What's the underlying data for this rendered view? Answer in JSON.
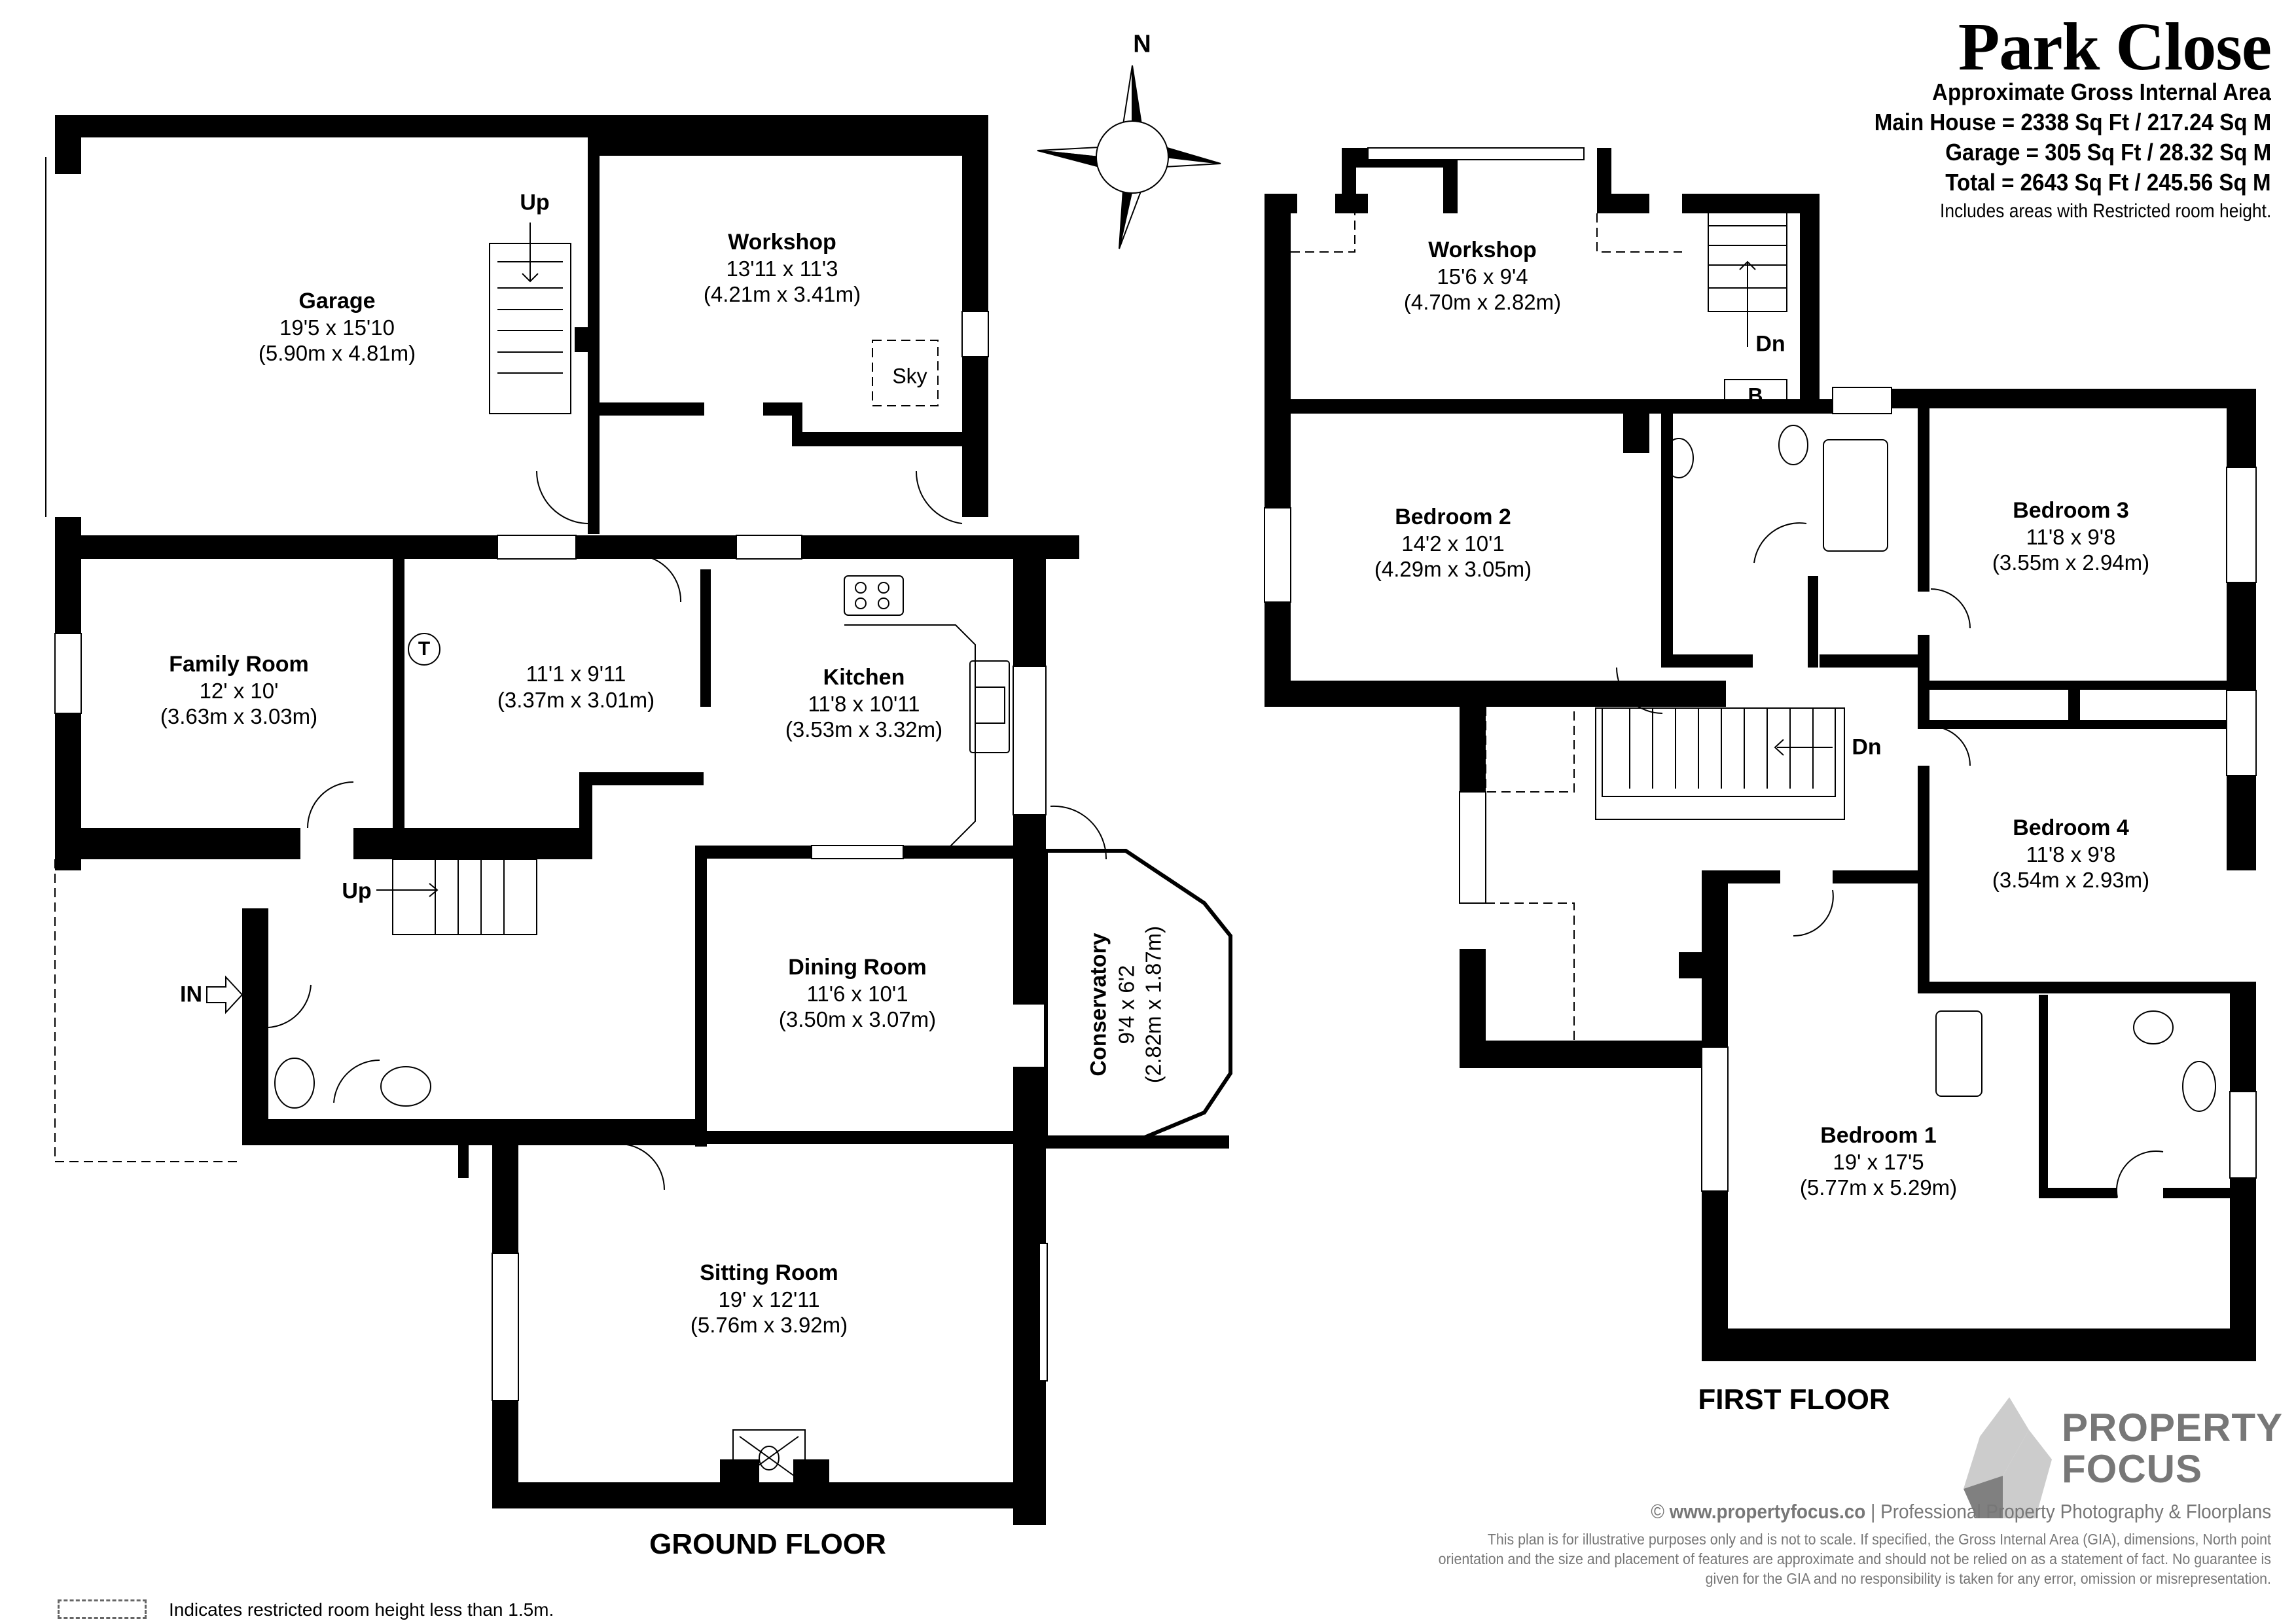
{
  "header": {
    "title": "Park Close",
    "area_heading": "Approximate Gross Internal Area",
    "main_house": "Main House = 2338 Sq Ft / 217.24 Sq M",
    "garage": "Garage = 305 Sq Ft / 28.32 Sq M",
    "total": "Total = 2643 Sq Ft / 245.56 Sq M",
    "note": "Includes areas with Restricted room height."
  },
  "compass": {
    "label": "N",
    "icon": "compass-rose-icon"
  },
  "ground_floor": {
    "label": "GROUND FLOOR",
    "rooms": [
      {
        "name": "Garage",
        "imperial": "19'5 x 15'10",
        "metric": "(5.90m x 4.81m)"
      },
      {
        "name": "Workshop",
        "imperial": "13'11 x 11'3",
        "metric": "(4.21m x 3.41m)"
      },
      {
        "name": "Family Room",
        "imperial": "12' x 10'",
        "metric": "(3.63m x 3.03m)"
      },
      {
        "name": "",
        "imperial": "11'1 x 9'11",
        "metric": "(3.37m x 3.01m)"
      },
      {
        "name": "Kitchen",
        "imperial": "11'8 x 10'11",
        "metric": "(3.53m x 3.32m)"
      },
      {
        "name": "Dining Room",
        "imperial": "11'6 x 10'1",
        "metric": "(3.50m x 3.07m)"
      },
      {
        "name": "Conservatory",
        "imperial": "9'4 x 6'2",
        "metric": "(2.82m x 1.87m)"
      },
      {
        "name": "Sitting Room",
        "imperial": "19' x 12'11",
        "metric": "(5.76m x 3.92m)"
      }
    ],
    "tags": {
      "stairs_garage": "Up",
      "stairs_hall": "Up",
      "entrance": "IN",
      "skylight": "Sky",
      "tank": "T"
    }
  },
  "first_floor": {
    "label": "FIRST FLOOR",
    "rooms": [
      {
        "name": "Workshop",
        "imperial": "15'6 x 9'4",
        "metric": "(4.70m x 2.82m)"
      },
      {
        "name": "Bedroom 2",
        "imperial": "14'2 x 10'1",
        "metric": "(4.29m x 3.05m)"
      },
      {
        "name": "Bedroom 3",
        "imperial": "11'8 x 9'8",
        "metric": "(3.55m x 2.94m)"
      },
      {
        "name": "Bedroom 4",
        "imperial": "11'8 x 9'8",
        "metric": "(3.54m x 2.93m)"
      },
      {
        "name": "Bedroom 1",
        "imperial": "19' x 17'5",
        "metric": "(5.77m x 5.29m)"
      }
    ],
    "tags": {
      "stairs_workshop": "Dn",
      "boiler": "B",
      "stairs_landing": "Dn"
    }
  },
  "legend": {
    "text": "Indicates restricted room height less than 1.5m."
  },
  "footer": {
    "brand_line1": "PROPERTY",
    "brand_line2": "FOCUS",
    "copyright": "©",
    "website": "www.propertyfocus.co",
    "tagline": " | Professional Property Photography & Floorplans",
    "disclaimer": "This plan is for illustrative purposes only and is not to scale. If specified, the Gross Internal Area (GIA), dimensions, North point orientation and the size and placement of features are approximate and should not be relied on as a statement of fact. No guarantee is given for the GIA and no responsibility is taken for any error, omission or misrepresentation."
  },
  "colors": {
    "wall": "#000000",
    "brand_grey": "#777777",
    "logo_light": "#cccccc",
    "logo_dark": "#808080"
  }
}
